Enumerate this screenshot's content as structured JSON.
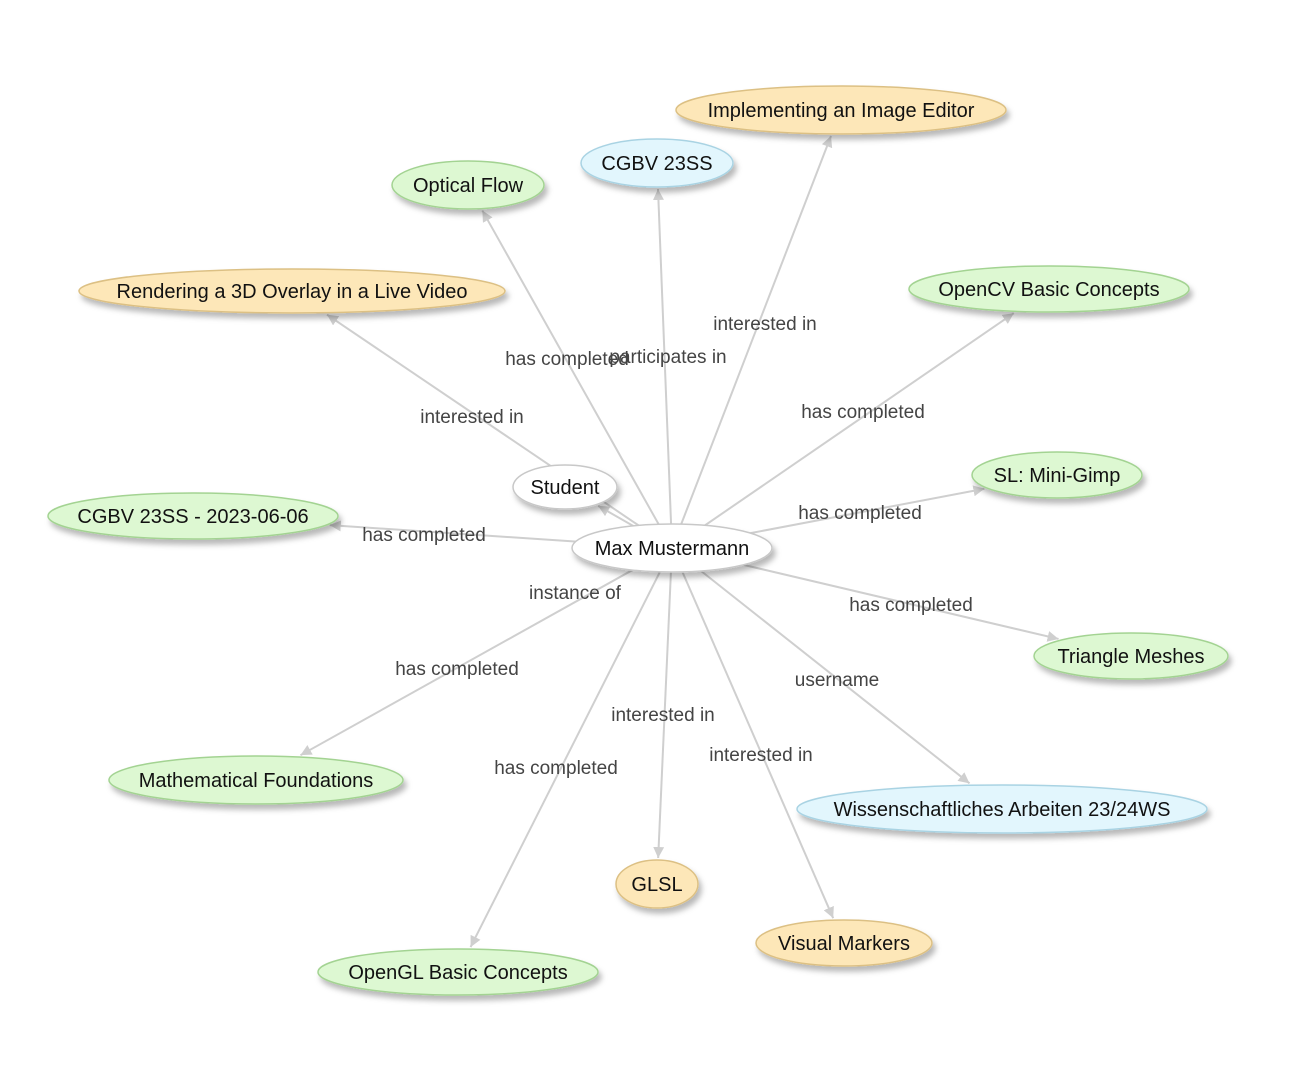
{
  "colors": {
    "white": {
      "fill": "#ffffff",
      "stroke": "#c8c8c8"
    },
    "orange": {
      "fill": "#fde7b8",
      "stroke": "#dcc084"
    },
    "blue": {
      "fill": "#e2f6fd",
      "stroke": "#a9d3e3"
    },
    "green": {
      "fill": "#ddf8d2",
      "stroke": "#a3d392"
    },
    "edge": "#cfcfcf"
  },
  "nodes": [
    {
      "id": "max",
      "label": "Max Mustermann",
      "kind": "white"
    },
    {
      "id": "student",
      "label": "Student",
      "kind": "white"
    },
    {
      "id": "image-editor",
      "label": "Implementing an Image Editor",
      "kind": "orange"
    },
    {
      "id": "cgbv",
      "label": "CGBV 23SS",
      "kind": "blue"
    },
    {
      "id": "optical-flow",
      "label": "Optical Flow",
      "kind": "green"
    },
    {
      "id": "rendering",
      "label": "Rendering a 3D Overlay in a Live Video",
      "kind": "orange"
    },
    {
      "id": "opencv",
      "label": "OpenCV Basic Concepts",
      "kind": "green"
    },
    {
      "id": "minigimp",
      "label": "SL: Mini-Gimp",
      "kind": "green"
    },
    {
      "id": "cgbv-date",
      "label": "CGBV 23SS - 2023-06-06",
      "kind": "green"
    },
    {
      "id": "triangle",
      "label": "Triangle Meshes",
      "kind": "green"
    },
    {
      "id": "math",
      "label": "Mathematical Foundations",
      "kind": "green"
    },
    {
      "id": "wiss",
      "label": "Wissenschaftliches Arbeiten 23/24WS",
      "kind": "blue"
    },
    {
      "id": "glsl",
      "label": "GLSL",
      "kind": "orange"
    },
    {
      "id": "visual-markers",
      "label": "Visual Markers",
      "kind": "orange"
    },
    {
      "id": "opengl",
      "label": "OpenGL Basic Concepts",
      "kind": "green"
    }
  ],
  "edges": [
    {
      "from": "max",
      "to": "rendering",
      "label": "interested in"
    },
    {
      "from": "max",
      "to": "optical-flow",
      "label": "has completed"
    },
    {
      "from": "max",
      "to": "cgbv",
      "label": "participates in"
    },
    {
      "from": "max",
      "to": "image-editor",
      "label": "interested in"
    },
    {
      "from": "max",
      "to": "opencv",
      "label": "has completed"
    },
    {
      "from": "max",
      "to": "minigimp",
      "label": "has completed"
    },
    {
      "from": "max",
      "to": "cgbv-date",
      "label": "has completed"
    },
    {
      "from": "max",
      "to": "student",
      "label": "instance of"
    },
    {
      "from": "max",
      "to": "triangle",
      "label": "has completed"
    },
    {
      "from": "max",
      "to": "wiss",
      "label": "username"
    },
    {
      "from": "max",
      "to": "math",
      "label": "has completed"
    },
    {
      "from": "max",
      "to": "glsl",
      "label": "interested in"
    },
    {
      "from": "max",
      "to": "visual-markers",
      "label": "interested in"
    },
    {
      "from": "max",
      "to": "opengl",
      "label": "has completed"
    }
  ]
}
